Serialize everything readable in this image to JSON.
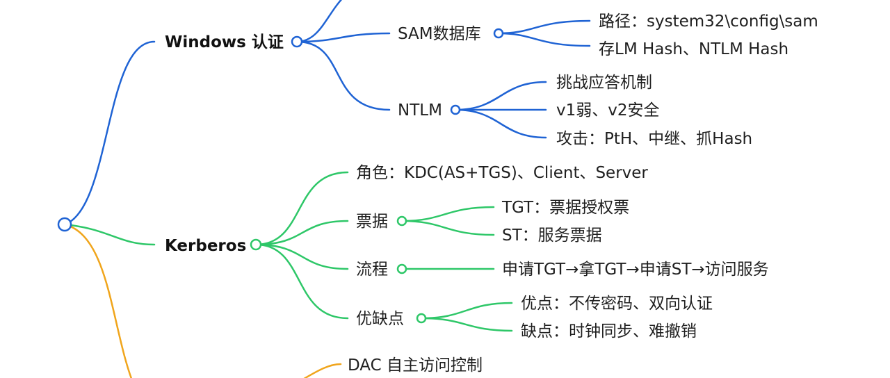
{
  "colors": {
    "windows": "#1f63d4",
    "kerberos": "#2ec768",
    "access_control": "#f0a51c",
    "text": "#1f1f1f"
  },
  "windows": {
    "label": "Windows 认证",
    "sam": {
      "label": "SAM数据库",
      "path": "路径：system32\\config\\sam",
      "stores": "存LM Hash、NTLM Hash"
    },
    "ntlm": {
      "label": "NTLM",
      "challenge": "挑战应答机制",
      "versions": "v1弱、v2安全",
      "attacks": "攻击：PtH、中继、抓Hash"
    }
  },
  "kerberos": {
    "label": "Kerberos",
    "roles": "角色：KDC(AS+TGS)、Client、Server",
    "tickets": {
      "label": "票据",
      "tgt": "TGT：票据授权票",
      "st": "ST：服务票据"
    },
    "flow": {
      "label": "流程",
      "steps": "申请TGT→拿TGT→申请ST→访问服务"
    },
    "pros_cons": {
      "label": "优缺点",
      "pros": "优点：不传密码、双向认证",
      "cons": "缺点：时钟同步、难撤销"
    }
  },
  "access_control": {
    "dac": "DAC 自主访问控制"
  }
}
